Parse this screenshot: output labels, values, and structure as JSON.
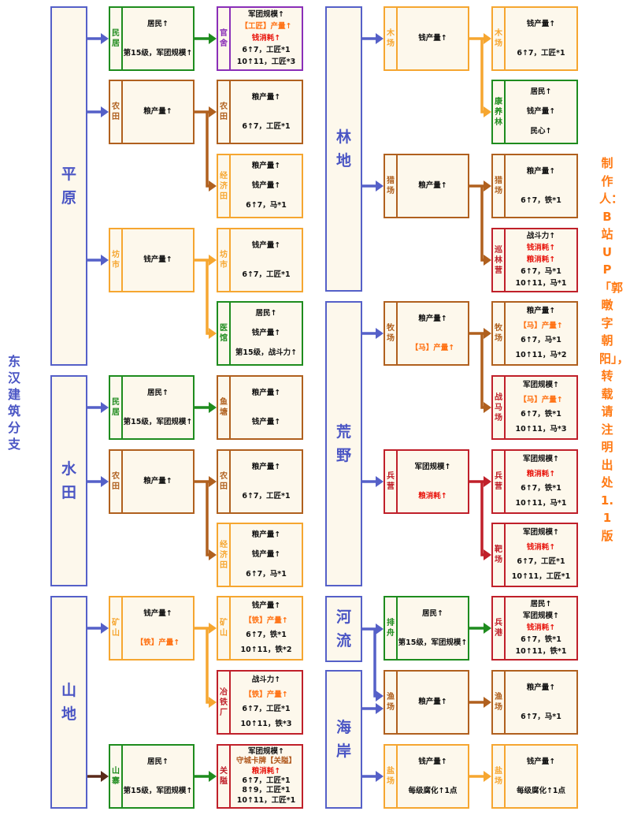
{
  "title": "东汉建筑分支",
  "credit": "制作人：B站UP「郭暾字朝阳」，转载请注明出处　1.1版",
  "colors": {
    "terrain": "#5560c8",
    "residential": "#1e8c1e",
    "farm": "#b0601e",
    "commerce": "#f6a630",
    "military": "#c0202a",
    "official": "#8a2fb8",
    "mountain_link": "#5a2a1a"
  },
  "terrains": [
    {
      "id": "plain",
      "name": "平原"
    },
    {
      "id": "paddy",
      "name": "水田"
    },
    {
      "id": "mountain",
      "name": "山地"
    },
    {
      "id": "forest",
      "name": "林地"
    },
    {
      "id": "wild",
      "name": "荒野"
    },
    {
      "id": "river",
      "name": "河流"
    },
    {
      "id": "coast",
      "name": "海岸"
    }
  ],
  "buildings": [
    {
      "id": "p_minju",
      "tag": "民居",
      "type": "residential",
      "lines": [
        {
          "t": "居民↑"
        },
        {
          "t": "第15级，军团规模↑"
        }
      ]
    },
    {
      "id": "p_guanshe",
      "tag": "官舍",
      "type": "official",
      "lines": [
        {
          "t": "军团规模↑"
        },
        {
          "t": "【工匠】产量↑",
          "c": "orange"
        },
        {
          "t": "钱消耗↑",
          "c": "red"
        },
        {
          "t": "6↑7，工匠*1"
        },
        {
          "t": "10↑11，工匠*3"
        }
      ]
    },
    {
      "id": "p_nongtian",
      "tag": "农田",
      "type": "farm",
      "lines": [
        {
          "t": "粮产量↑"
        }
      ]
    },
    {
      "id": "p_nongtian2",
      "tag": "农田",
      "type": "farm",
      "lines": [
        {
          "t": "粮产量↑"
        },
        {
          "t": "6↑7，工匠*1"
        }
      ]
    },
    {
      "id": "p_jingjitian",
      "tag": "经济田",
      "type": "commerce",
      "lines": [
        {
          "t": "粮产量↑"
        },
        {
          "t": "钱产量↑"
        },
        {
          "t": "6↑7，马*1"
        }
      ]
    },
    {
      "id": "p_fangshi",
      "tag": "坊市",
      "type": "commerce",
      "lines": [
        {
          "t": "钱产量↑"
        }
      ]
    },
    {
      "id": "p_fangshi2",
      "tag": "坊市",
      "type": "commerce",
      "lines": [
        {
          "t": "钱产量↑"
        },
        {
          "t": "6↑7，工匠*1"
        }
      ]
    },
    {
      "id": "p_yiguan",
      "tag": "医馆",
      "type": "residential",
      "lines": [
        {
          "t": "居民↑"
        },
        {
          "t": "钱产量↑"
        },
        {
          "t": "第15级，战斗力↑"
        }
      ]
    },
    {
      "id": "s_minju",
      "tag": "民居",
      "type": "residential",
      "lines": [
        {
          "t": "居民↑"
        },
        {
          "t": "第15级，军团规模↑"
        }
      ]
    },
    {
      "id": "s_yutang",
      "tag": "鱼塘",
      "type": "farm",
      "lines": [
        {
          "t": "粮产量↑"
        },
        {
          "t": "钱产量↑"
        }
      ]
    },
    {
      "id": "s_nongtian",
      "tag": "农田",
      "type": "farm",
      "lines": [
        {
          "t": "粮产量↑"
        }
      ]
    },
    {
      "id": "s_nongtian2",
      "tag": "农田",
      "type": "farm",
      "lines": [
        {
          "t": "粮产量↑"
        },
        {
          "t": "6↑7，工匠*1"
        }
      ]
    },
    {
      "id": "s_jingjitian",
      "tag": "经济田",
      "type": "commerce",
      "lines": [
        {
          "t": "粮产量↑"
        },
        {
          "t": "钱产量↑"
        },
        {
          "t": "6↑7，马*1"
        }
      ]
    },
    {
      "id": "m_kuangshan",
      "tag": "矿山",
      "type": "commerce",
      "lines": [
        {
          "t": "钱产量↑"
        },
        {
          "t": "【铁】产量↑",
          "c": "orange"
        }
      ]
    },
    {
      "id": "m_kuangshan2",
      "tag": "矿山",
      "type": "commerce",
      "lines": [
        {
          "t": "钱产量↑"
        },
        {
          "t": "【铁】产量↑",
          "c": "orange"
        },
        {
          "t": "6↑7，铁*1"
        },
        {
          "t": "10↑11，铁*2"
        }
      ]
    },
    {
      "id": "m_yetiechang",
      "tag": "冶铁厂",
      "type": "military",
      "lines": [
        {
          "t": "战斗力↑"
        },
        {
          "t": "【铁】产量↑",
          "c": "orange"
        },
        {
          "t": "6↑7，工匠*1"
        },
        {
          "t": "10↑11，铁*3"
        }
      ]
    },
    {
      "id": "m_shanzhai",
      "tag": "山寨",
      "type": "residential",
      "lines": [
        {
          "t": "居民↑"
        },
        {
          "t": "第15级，军团规模↑"
        }
      ]
    },
    {
      "id": "m_guanai",
      "tag": "关隘",
      "type": "military",
      "lines": [
        {
          "t": "军团规模↑"
        },
        {
          "t": "守城卡牌【关隘】",
          "c": "brown"
        },
        {
          "t": "粮消耗↑",
          "c": "red"
        },
        {
          "t": "6↑7，工匠*1"
        },
        {
          "t": "8↑9，工匠*1"
        },
        {
          "t": "10↑11，工匠*1"
        }
      ]
    },
    {
      "id": "f_muchang",
      "tag": "木场",
      "type": "commerce",
      "lines": [
        {
          "t": "钱产量↑"
        }
      ]
    },
    {
      "id": "f_muchang2",
      "tag": "木场",
      "type": "commerce",
      "lines": [
        {
          "t": "钱产量↑"
        },
        {
          "t": "6↑7，工匠*1"
        }
      ]
    },
    {
      "id": "f_kangyanglin",
      "tag": "康养林",
      "type": "residential",
      "lines": [
        {
          "t": "居民↑"
        },
        {
          "t": "钱产量↑"
        },
        {
          "t": "民心↑"
        }
      ]
    },
    {
      "id": "f_liechang",
      "tag": "猎场",
      "type": "farm",
      "lines": [
        {
          "t": "粮产量↑"
        }
      ]
    },
    {
      "id": "f_liechang2",
      "tag": "猎场",
      "type": "farm",
      "lines": [
        {
          "t": "粮产量↑"
        },
        {
          "t": "6↑7，铁*1"
        }
      ]
    },
    {
      "id": "f_xunlinying",
      "tag": "巡林营",
      "type": "military",
      "lines": [
        {
          "t": "战斗力↑"
        },
        {
          "t": "钱消耗↑",
          "c": "red"
        },
        {
          "t": "粮消耗↑",
          "c": "red"
        },
        {
          "t": "6↑7，马*1"
        },
        {
          "t": "10↑11，马*1"
        }
      ]
    },
    {
      "id": "w_muchang",
      "tag": "牧场",
      "type": "farm",
      "lines": [
        {
          "t": "粮产量↑"
        },
        {
          "t": "【马】产量↑",
          "c": "orange"
        }
      ]
    },
    {
      "id": "w_muchang2",
      "tag": "牧场",
      "type": "farm",
      "lines": [
        {
          "t": "粮产量↑"
        },
        {
          "t": "【马】产量↑",
          "c": "orange"
        },
        {
          "t": "6↑7，马*1"
        },
        {
          "t": "10↑11，马*2"
        }
      ]
    },
    {
      "id": "w_zhanmachang",
      "tag": "战马场",
      "type": "military",
      "lines": [
        {
          "t": "军团规模↑"
        },
        {
          "t": "【马】产量↑",
          "c": "orange"
        },
        {
          "t": "6↑7，铁*1"
        },
        {
          "t": "10↑11，马*3"
        }
      ]
    },
    {
      "id": "w_bingying",
      "tag": "兵营",
      "type": "military",
      "lines": [
        {
          "t": "军团规模↑"
        },
        {
          "t": "粮消耗↑",
          "c": "red"
        }
      ]
    },
    {
      "id": "w_bingying2",
      "tag": "兵营",
      "type": "military",
      "lines": [
        {
          "t": "军团规模↑"
        },
        {
          "t": "粮消耗↑",
          "c": "red"
        },
        {
          "t": "6↑7，铁*1"
        },
        {
          "t": "10↑11，马*1"
        }
      ]
    },
    {
      "id": "w_bachang",
      "tag": "靶场",
      "type": "military",
      "lines": [
        {
          "t": "军团规模↑"
        },
        {
          "t": "钱消耗↑",
          "c": "red"
        },
        {
          "t": "6↑7，工匠*1"
        },
        {
          "t": "10↑11，工匠*1"
        }
      ]
    },
    {
      "id": "r_paizhou",
      "tag": "排舟",
      "type": "residential",
      "lines": [
        {
          "t": "居民↑"
        },
        {
          "t": "第15级，军团规模↑"
        }
      ]
    },
    {
      "id": "r_binggang",
      "tag": "兵港",
      "type": "military",
      "lines": [
        {
          "t": "居民↑"
        },
        {
          "t": "军团规模↑"
        },
        {
          "t": "钱消耗↑",
          "c": "red"
        },
        {
          "t": "6↑7，铁*1"
        },
        {
          "t": "10↑11，铁*1"
        }
      ]
    },
    {
      "id": "c_yuchang",
      "tag": "渔场",
      "type": "farm",
      "lines": [
        {
          "t": "粮产量↑"
        }
      ]
    },
    {
      "id": "c_yuchang2",
      "tag": "渔场",
      "type": "farm",
      "lines": [
        {
          "t": "粮产量↑"
        },
        {
          "t": "6↑7，马*1"
        }
      ]
    },
    {
      "id": "c_yanchang",
      "tag": "盐场",
      "type": "commerce",
      "lines": [
        {
          "t": "钱产量↑"
        },
        {
          "t": "每级腐化↑1点"
        }
      ]
    },
    {
      "id": "c_yanchang2",
      "tag": "盐场",
      "type": "commerce",
      "lines": [
        {
          "t": "钱产量↑"
        },
        {
          "t": "每级腐化↑1点"
        }
      ]
    }
  ],
  "links": [
    {
      "from": "plain",
      "to": [
        "p_minju",
        "p_nongtian",
        "p_fangshi"
      ]
    },
    {
      "from": "p_minju",
      "to": [
        "p_guanshe"
      ]
    },
    {
      "from": "p_nongtian",
      "to": [
        "p_nongtian2",
        "p_jingjitian"
      ]
    },
    {
      "from": "p_fangshi",
      "to": [
        "p_fangshi2",
        "p_yiguan"
      ]
    },
    {
      "from": "paddy",
      "to": [
        "s_minju",
        "s_nongtian"
      ]
    },
    {
      "from": "s_minju",
      "to": [
        "s_yutang"
      ]
    },
    {
      "from": "s_nongtian",
      "to": [
        "s_nongtian2",
        "s_jingjitian"
      ]
    },
    {
      "from": "mountain",
      "to": [
        "m_kuangshan",
        "m_shanzhai"
      ]
    },
    {
      "from": "m_kuangshan",
      "to": [
        "m_kuangshan2",
        "m_yetiechang"
      ]
    },
    {
      "from": "m_shanzhai",
      "to": [
        "m_guanai"
      ]
    },
    {
      "from": "forest",
      "to": [
        "f_muchang",
        "f_liechang"
      ]
    },
    {
      "from": "f_muchang",
      "to": [
        "f_muchang2",
        "f_kangyanglin"
      ]
    },
    {
      "from": "f_liechang",
      "to": [
        "f_liechang2",
        "f_xunlinying"
      ]
    },
    {
      "from": "wild",
      "to": [
        "w_muchang",
        "w_bingying"
      ]
    },
    {
      "from": "w_muchang",
      "to": [
        "w_muchang2",
        "w_zhanmachang"
      ]
    },
    {
      "from": "w_bingying",
      "to": [
        "w_bingying2",
        "w_bachang"
      ]
    },
    {
      "from": "river",
      "to": [
        "r_paizhou",
        "c_yuchang"
      ]
    },
    {
      "from": "coast",
      "to": [
        "c_yuchang",
        "c_yanchang"
      ]
    },
    {
      "from": "r_paizhou",
      "to": [
        "r_binggang"
      ]
    },
    {
      "from": "c_yuchang",
      "to": [
        "c_yuchang2"
      ]
    },
    {
      "from": "c_yanchang",
      "to": [
        "c_yanchang2"
      ]
    }
  ]
}
